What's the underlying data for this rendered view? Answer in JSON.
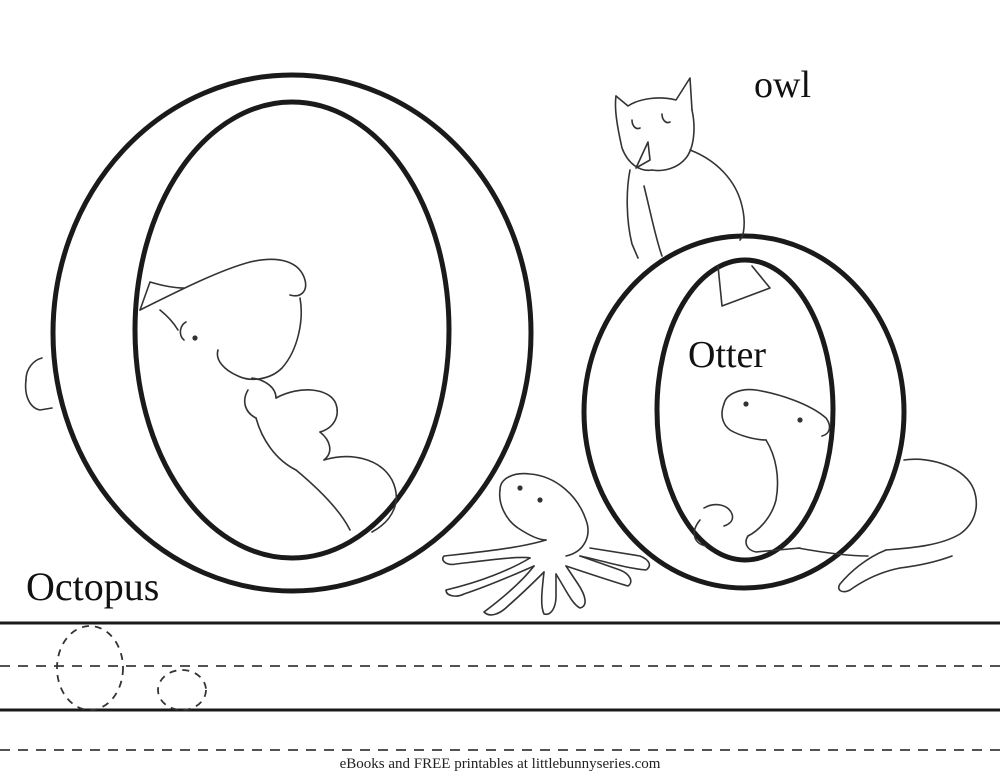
{
  "labels": {
    "owl": "owl",
    "otter": "Otter",
    "octopus": "Octopus"
  },
  "footer": "eBooks and FREE printables at littlebunnyseries.com",
  "colors": {
    "ink": "#111111",
    "background": "#ffffff"
  },
  "letters": [
    "O",
    "o"
  ],
  "icons": [
    "otter-drawing",
    "owl-drawing",
    "octopus-drawing",
    "otter-small-drawing",
    "tail-drawing"
  ]
}
